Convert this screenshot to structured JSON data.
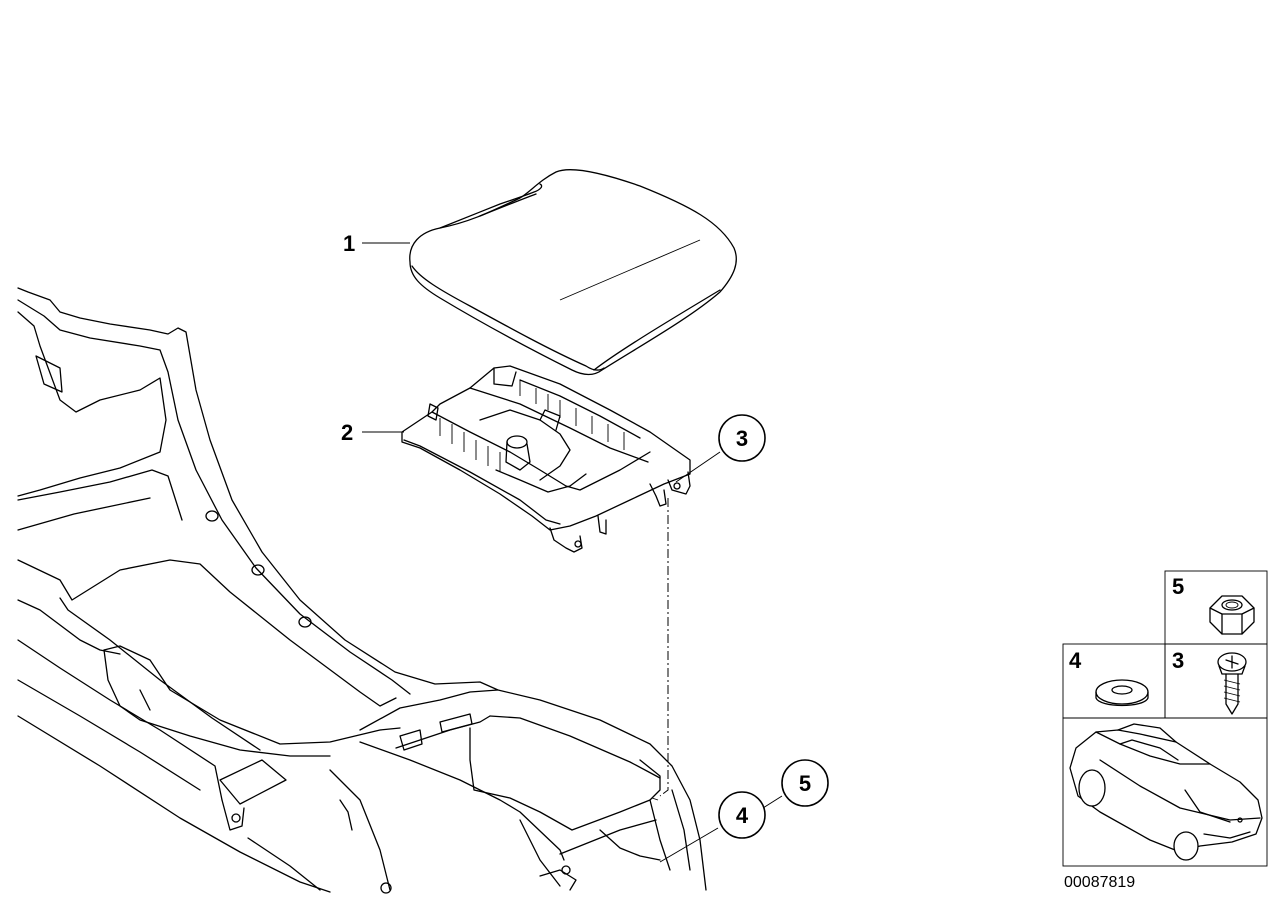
{
  "parts": [
    {
      "number": "1"
    },
    {
      "number": "2"
    },
    {
      "number": "3"
    },
    {
      "number": "4"
    },
    {
      "number": "5"
    }
  ],
  "inset": {
    "cells": [
      {
        "number": "5",
        "icon": "hex-nut-icon"
      },
      {
        "number": "4",
        "icon": "washer-icon"
      },
      {
        "number": "3",
        "icon": "screw-icon"
      }
    ],
    "vehicle_icon": "car-coupe-icon"
  },
  "diagram_id": "00087819"
}
